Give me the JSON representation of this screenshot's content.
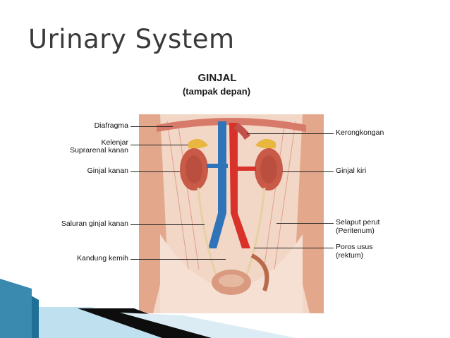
{
  "slide": {
    "title": "Urinary System"
  },
  "figure": {
    "title": "GINJAL",
    "subtitle": "(tampak depan)",
    "labels_left": [
      "Diafragma",
      "Kelenjar",
      "Suprarenal kanan",
      "Ginjal kanan",
      "Saluran ginjal kanan",
      "Kandung kemih"
    ],
    "labels_right": [
      "Kerongkongan",
      "Ginjal kiri",
      "Selaput perut",
      "(Peritenum)",
      "Poros usus",
      "(rektum)"
    ]
  },
  "colors": {
    "flesh": "#e7a082",
    "kidney": "#c95a48",
    "aorta": "#d8322b",
    "vena_cava": "#2f74b8",
    "accent_blue": "#1f6f96",
    "accent_light": "#cfe6f2"
  }
}
